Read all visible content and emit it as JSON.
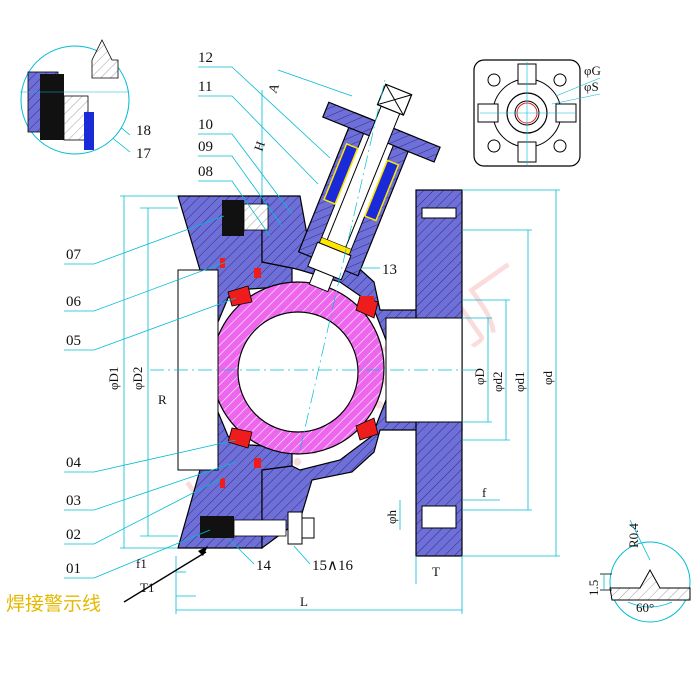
{
  "colors": {
    "body_fill": "#6f6fd8",
    "ball_fill": "#ee66ee",
    "leader_line": "#00bcd4",
    "seal_red": "#ee1c1c",
    "packing_blue": "#1a2ad8",
    "packing_yellow": "#ffe600",
    "bolt_black": "#111111",
    "warning_text": "#e6b800"
  },
  "part_labels": [
    "12",
    "11",
    "10",
    "09",
    "08",
    "07",
    "06",
    "05",
    "04",
    "03",
    "02",
    "01",
    "13",
    "14",
    "15∧16",
    "17",
    "18"
  ],
  "dimension_labels": {
    "D1": "φD1",
    "D2": "φD2",
    "D": "φD",
    "d2": "φd2",
    "d1": "φd1",
    "d": "φd",
    "h": "φh",
    "R": "R",
    "H": "H",
    "A": "A",
    "f": "f",
    "f1": "f1",
    "T": "T",
    "T1": "T1",
    "L": "L",
    "G": "φG",
    "S": "φS",
    "chamfer_radius": "R0.4",
    "groove_depth": "1.5",
    "groove_angle": "60°"
  },
  "weld_warning_line": "焊接警示线",
  "watermark": "上海……阀门厂"
}
